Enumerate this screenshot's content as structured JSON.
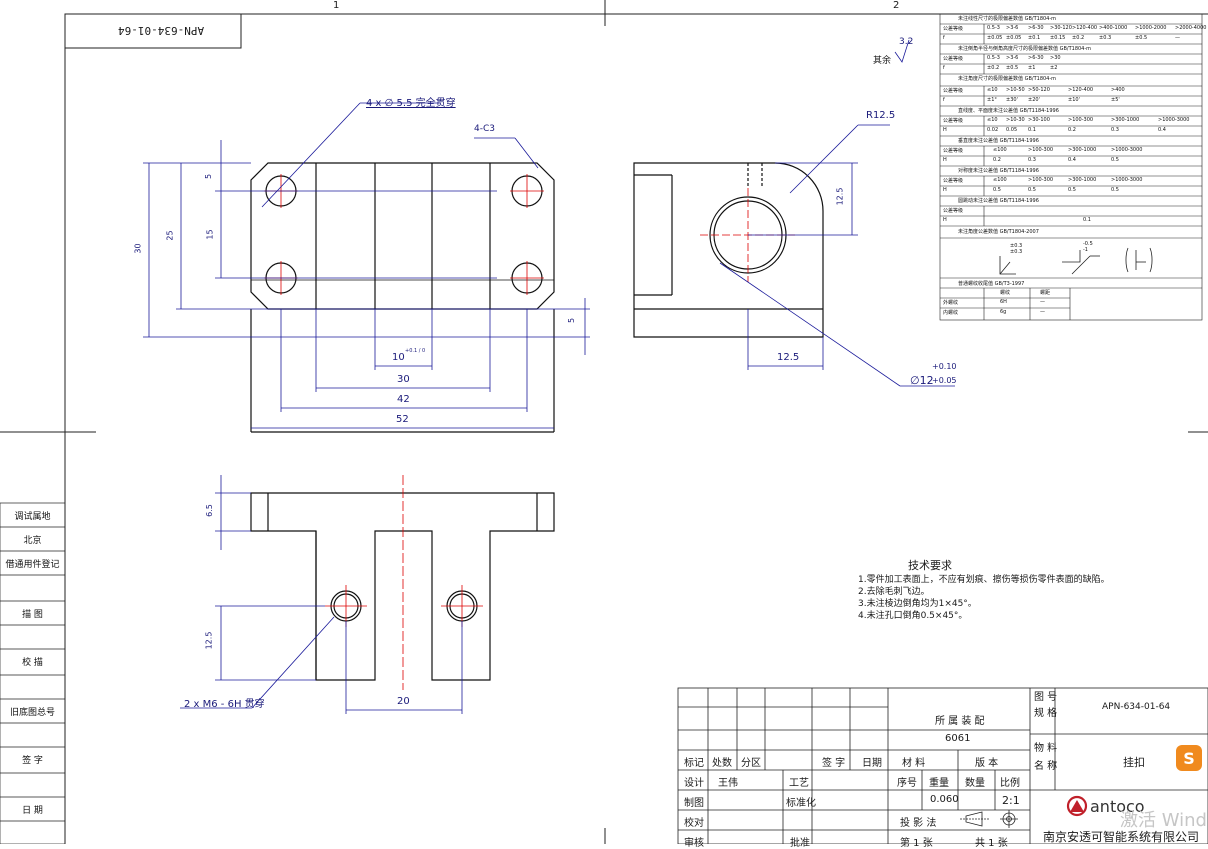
{
  "header": {
    "zone_1": "1",
    "zone_2": "2",
    "drawing_no_mirrored": "APN-634-01-64"
  },
  "views": {
    "hole_callout": "4 x ∅ 5.5 完全贯穿",
    "chamfer_callout": "4-C3",
    "radius_callout": "R12.5",
    "surface_finish": "3.2",
    "surface_finish_prefix": "其余",
    "thread_callout": "2 x M6 - 6H 贯穿",
    "dims": {
      "d5_top": "5",
      "d15": "15",
      "d25": "25",
      "d30_left": "30",
      "d5_right": "5",
      "d10": "10",
      "d10_tol": "+0.1 / 0",
      "d30": "30",
      "d42": "42",
      "d52": "52",
      "d12_5_side": "12.5",
      "d12_5_bottom": "12.5",
      "d6_5": "6.5",
      "d12_5_bottom_view": "12.5",
      "d20": "20",
      "bore": "∅12",
      "bore_tol_upper": "+0.10",
      "bore_tol_lower": "+0.05"
    }
  },
  "tolerance_tables": {
    "t1_title": "未注线性尺寸的极限偏差数值 GB/T1804-m",
    "t1_head": [
      "公差等级",
      "0.5-3",
      ">3-6",
      ">6-30",
      ">30-120",
      ">120-400",
      ">400-1000",
      ">1000-2000",
      ">2000-4000"
    ],
    "t1_vals": [
      "f",
      "±0.05",
      "±0.05",
      "±0.1",
      "±0.15",
      "±0.2",
      "±0.3",
      "±0.5",
      "—"
    ],
    "t2_title": "未注倒角半径与倒角高度尺寸的极限偏差数值 GB/T1804-m",
    "t2_head": [
      "公差等级",
      "0.5-3",
      ">3-6",
      ">6-30",
      ">30"
    ],
    "t2_vals": [
      "f",
      "±0.2",
      "±0.5",
      "±1",
      "±2"
    ],
    "t3_title": "未注角度尺寸的极限偏差数值 GB/T1804-m",
    "t3_head": [
      "公差等级",
      "≤10",
      ">10-50",
      ">50-120",
      ">120-400",
      ">400"
    ],
    "t3_vals": [
      "f",
      "±1°",
      "±30'",
      "±20'",
      "±10'",
      "±5'"
    ],
    "t4_title": "直线度、平面度未注公差值 GB/T1184-1996",
    "t4_head": [
      "公差等级",
      "≤10",
      ">10-30",
      ">30-100",
      ">100-300",
      ">300-1000",
      ">1000-3000"
    ],
    "t4_vals": [
      "H",
      "0.02",
      "0.05",
      "0.1",
      "0.2",
      "0.3",
      "0.4"
    ],
    "t5_title": "垂直度未注公差值 GB/T1184-1996",
    "t5_head": [
      "公差等级",
      "≤100",
      ">100-300",
      ">300-1000",
      ">1000-3000"
    ],
    "t5_vals": [
      "H",
      "0.2",
      "0.3",
      "0.4",
      "0.5"
    ],
    "t6_title": "对称度未注公差值 GB/T1184-1996",
    "t6_head": [
      "公差等级",
      "≤100",
      ">100-300",
      ">300-1000",
      ">1000-3000"
    ],
    "t6_vals": [
      "H",
      "0.5",
      "0.5",
      "0.5",
      "0.5"
    ],
    "t7_title": "圆跳动未注公差值 GB/T1184-1996",
    "t7_head": [
      "公差等级"
    ],
    "t7_vals": [
      "H",
      "0.1"
    ],
    "t8_title": "未注角度公差数值 GB/T1804-2007",
    "symbols": {
      "s1": "±0.3\n±0.3",
      "s2": "-0.5\n-1"
    },
    "t9_title": "普通螺纹收尾值 GB/T3-1997",
    "t9_head": [
      "",
      "螺纹",
      "螺距"
    ],
    "t9_row1": [
      "外螺纹",
      "6H",
      "—"
    ],
    "t9_row2": [
      "内螺纹",
      "6g",
      "—"
    ]
  },
  "left_sidebar": {
    "items": [
      "调试属地",
      "北京",
      "借通用件登记",
      "",
      "描  图",
      "",
      "校  描",
      "",
      "旧底图总号",
      "",
      "签  字",
      "",
      "日  期"
    ]
  },
  "tech_requirements": {
    "title": "技术要求",
    "lines": [
      "1.零件加工表面上，不应有划痕、擦伤等损伤零件表面的缺陷。",
      "2.去除毛刺飞边。",
      "3.未注棱边倒角均为1×45°。",
      "4.未注孔口倒角0.5×45°。"
    ]
  },
  "title_block": {
    "assembly_label": "所 属 装 配",
    "material": "6061",
    "row_marks": [
      "标记",
      "处数",
      "分区",
      "",
      "签 字",
      "日期"
    ],
    "material_label": "材  料",
    "version_label": "版 本",
    "designer_label": "设计",
    "designer": "王伟",
    "process_label": "工艺",
    "standardize_label": "标准化",
    "drafting_label": "制图",
    "check_label": "校对",
    "review_label": "审核",
    "approve_label": "批准",
    "seq_label": "序号",
    "weight_label": "重量",
    "qty_label": "数量",
    "scale_label": "比例",
    "weight": "0.060",
    "scale": "2:1",
    "projection_label": "投 影 法",
    "sheet_label": "第 1 张",
    "total_label": "共 1 张",
    "drawing_no_label": "图 号\n规 格",
    "drawing_no": "APN-634-01-64",
    "name_label": "物 料\n名 称",
    "name": "挂扣",
    "company": "南京安透可智能系统有限公司",
    "logo_text": "antoco"
  },
  "overlay": {
    "watermark": "激活 Wind",
    "app_badge": "S"
  }
}
